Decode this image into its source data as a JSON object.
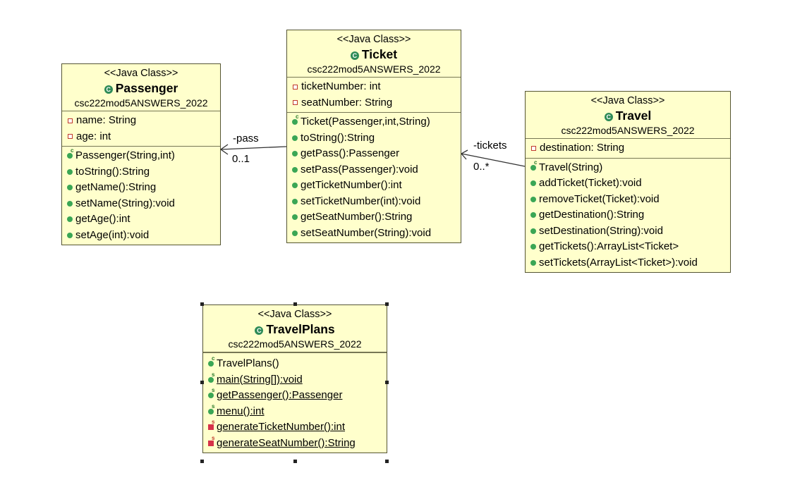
{
  "classes": {
    "passenger": {
      "stereotype": "<<Java Class>>",
      "name": "Passenger",
      "package": "csc222mod5ANSWERS_2022",
      "fields": [
        "name: String",
        "age: int"
      ],
      "ctor": "Passenger(String,int)",
      "methods": [
        "toString():String",
        "getName():String",
        "setName(String):void",
        "getAge():int",
        "setAge(int):void"
      ]
    },
    "ticket": {
      "stereotype": "<<Java Class>>",
      "name": "Ticket",
      "package": "csc222mod5ANSWERS_2022",
      "fields": [
        "ticketNumber: int",
        "seatNumber: String"
      ],
      "ctor": "Ticket(Passenger,int,String)",
      "methods": [
        "toString():String",
        "getPass():Passenger",
        "setPass(Passenger):void",
        "getTicketNumber():int",
        "setTicketNumber(int):void",
        "getSeatNumber():String",
        "setSeatNumber(String):void"
      ]
    },
    "travel": {
      "stereotype": "<<Java Class>>",
      "name": "Travel",
      "package": "csc222mod5ANSWERS_2022",
      "fields": [
        "destination: String"
      ],
      "ctor": "Travel(String)",
      "methods": [
        "addTicket(Ticket):void",
        "removeTicket(Ticket):void",
        "getDestination():String",
        "setDestination(String):void",
        "getTickets():ArrayList<Ticket>",
        "setTickets(ArrayList<Ticket>):void"
      ]
    },
    "travelplans": {
      "stereotype": "<<Java Class>>",
      "name": "TravelPlans",
      "package": "csc222mod5ANSWERS_2022",
      "ctor": "TravelPlans()",
      "methods": [
        "main(String[]):void",
        "getPassenger():Passenger",
        "menu():int",
        "generateTicketNumber():int",
        "generateSeatNumber():String"
      ]
    }
  },
  "associations": {
    "pass": {
      "role": "-pass",
      "multiplicity": "0..1"
    },
    "tickets": {
      "role": "-tickets",
      "multiplicity": "0..*"
    }
  }
}
